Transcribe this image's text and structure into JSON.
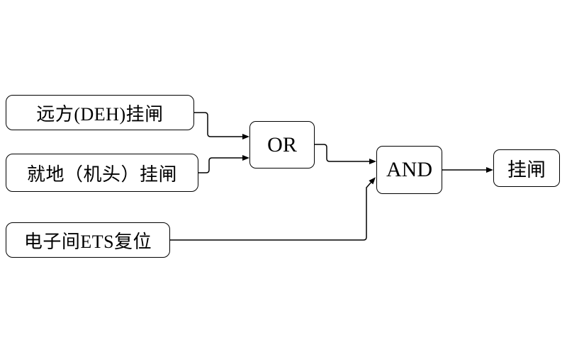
{
  "diagram": {
    "nodes": {
      "input_remote": {
        "label": "远方(DEH)挂闸"
      },
      "input_local": {
        "label": "就地（机头）挂闸"
      },
      "input_ets": {
        "label": "电子间ETS复位"
      },
      "gate_or": {
        "label": "OR"
      },
      "gate_and": {
        "label": "AND"
      },
      "output": {
        "label": "挂闸"
      }
    },
    "edges": [
      {
        "from": "input_remote",
        "to": "gate_or"
      },
      {
        "from": "input_local",
        "to": "gate_or"
      },
      {
        "from": "gate_or",
        "to": "gate_and"
      },
      {
        "from": "input_ets",
        "to": "gate_and"
      },
      {
        "from": "gate_and",
        "to": "output"
      }
    ],
    "colors": {
      "background": "#ffffff",
      "stroke": "#000000",
      "text": "#000000"
    }
  }
}
